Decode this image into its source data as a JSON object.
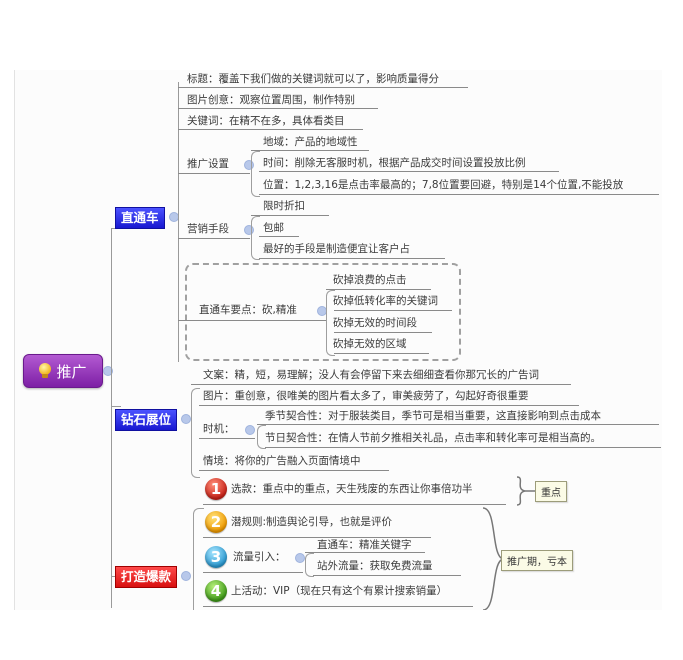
{
  "mindmap": {
    "root": {
      "label": "推广",
      "icon": "lightbulb-icon",
      "color": "#8a2bb8"
    },
    "branches": [
      {
        "label": "直通车",
        "color": "#2222dd",
        "children": [
          {
            "label": "标题：覆盖下我们做的关键词就可以了，影响质量得分"
          },
          {
            "label": "图片创意：观察位置周围，制作特别"
          },
          {
            "label": "关键词：在精不在多，具体看类目"
          },
          {
            "label": "推广设置",
            "children": [
              {
                "label": "地域：产品的地域性"
              },
              {
                "label": "时间：削除无客服时机，根据产品成交时间设置投放比例"
              },
              {
                "label": "位置：1,2,3,16是点击率最高的；7,8位置要回避，特别是14个位置,不能投放"
              }
            ]
          },
          {
            "label": "营销手段",
            "children": [
              {
                "label": "限时折扣"
              },
              {
                "label": "包邮"
              },
              {
                "label": "最好的手段是制造便宜让客户占"
              }
            ]
          },
          {
            "label": "直通车要点：砍,精准",
            "children": [
              {
                "label": "砍掉浪费的点击"
              },
              {
                "label": "砍掉低转化率的关键词"
              },
              {
                "label": "砍掉无效的时间段"
              },
              {
                "label": "砍掉无效的区域"
              }
            ]
          }
        ]
      },
      {
        "label": "钻石展位",
        "color": "#2222dd",
        "children": [
          {
            "label": "文案：精，短，易理解；没人有会停留下来去细细查看你那冗长的广告词"
          },
          {
            "label": "图片：重创意，很唯美的图片看太多了，审美疲劳了，勾起好奇很重要"
          },
          {
            "label": "时机：",
            "children": [
              {
                "label": "季节契合性：对于服装类目，季节可是相当重要，这直接影响到点击成本"
              },
              {
                "label": "节日契合性：在情人节前夕推相关礼品，点击率和转化率可是相当高的。"
              }
            ]
          },
          {
            "label": "情境：将你的广告融入页面情境中"
          }
        ]
      },
      {
        "label": "打造爆款",
        "color": "#e01818",
        "children": [
          {
            "num": "1",
            "label": "选款：重点中的重点，天生残废的东西让你事倍功半"
          },
          {
            "num": "2",
            "label": "潜规则:制造舆论引导，也就是评价"
          },
          {
            "num": "3",
            "label": "流量引入：",
            "children": [
              {
                "label": "直通车：精准关键字"
              },
              {
                "label": "站外流量：获取免费流量"
              }
            ]
          },
          {
            "num": "4",
            "label": "上活动：VIP（现在只有这个有累计搜索销量）"
          }
        ],
        "notes": [
          {
            "label": "重点"
          },
          {
            "label": "推广期，亏本"
          }
        ]
      }
    ]
  }
}
